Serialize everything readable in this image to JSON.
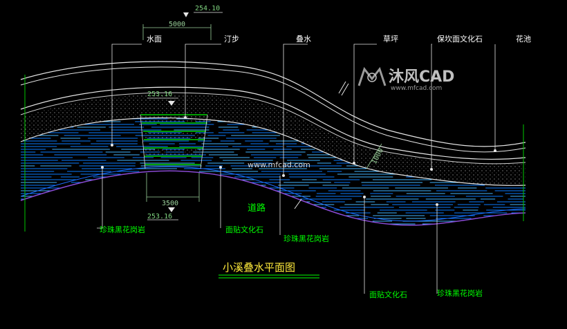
{
  "drawing": {
    "title": "小溪叠水平面图",
    "watermark": "www.mfcad.com",
    "logo": {
      "name": "沐风CAD",
      "url": "www.mfcad.com"
    }
  },
  "labels": {
    "water_surface": "水面",
    "stepping_stones": "汀步",
    "cascade": "叠水",
    "lawn": "草坪",
    "curb_stone": "保坎面文化石",
    "flower_pond": "花池",
    "road": "道路",
    "granite_left": "珍珠黑花岗岩",
    "facing_stone_left": "面贴文化石",
    "granite_mid": "珍珠黑花岗岩",
    "facing_stone_right": "面贴文化石",
    "granite_right": "珍珠黑花岗岩"
  },
  "dimensions": {
    "top_width": "5000",
    "bottom_width": "3500",
    "diagonal": "1000"
  },
  "elevations": {
    "top": "254.10",
    "middle": "253.16",
    "bottom": "253.16"
  },
  "colors": {
    "water_line": "#0a7cff",
    "water_line_alt": "#3fb4ff",
    "curb_line": "#e6e6e6",
    "label": "#00ff00",
    "title": "#ffeb3b"
  }
}
